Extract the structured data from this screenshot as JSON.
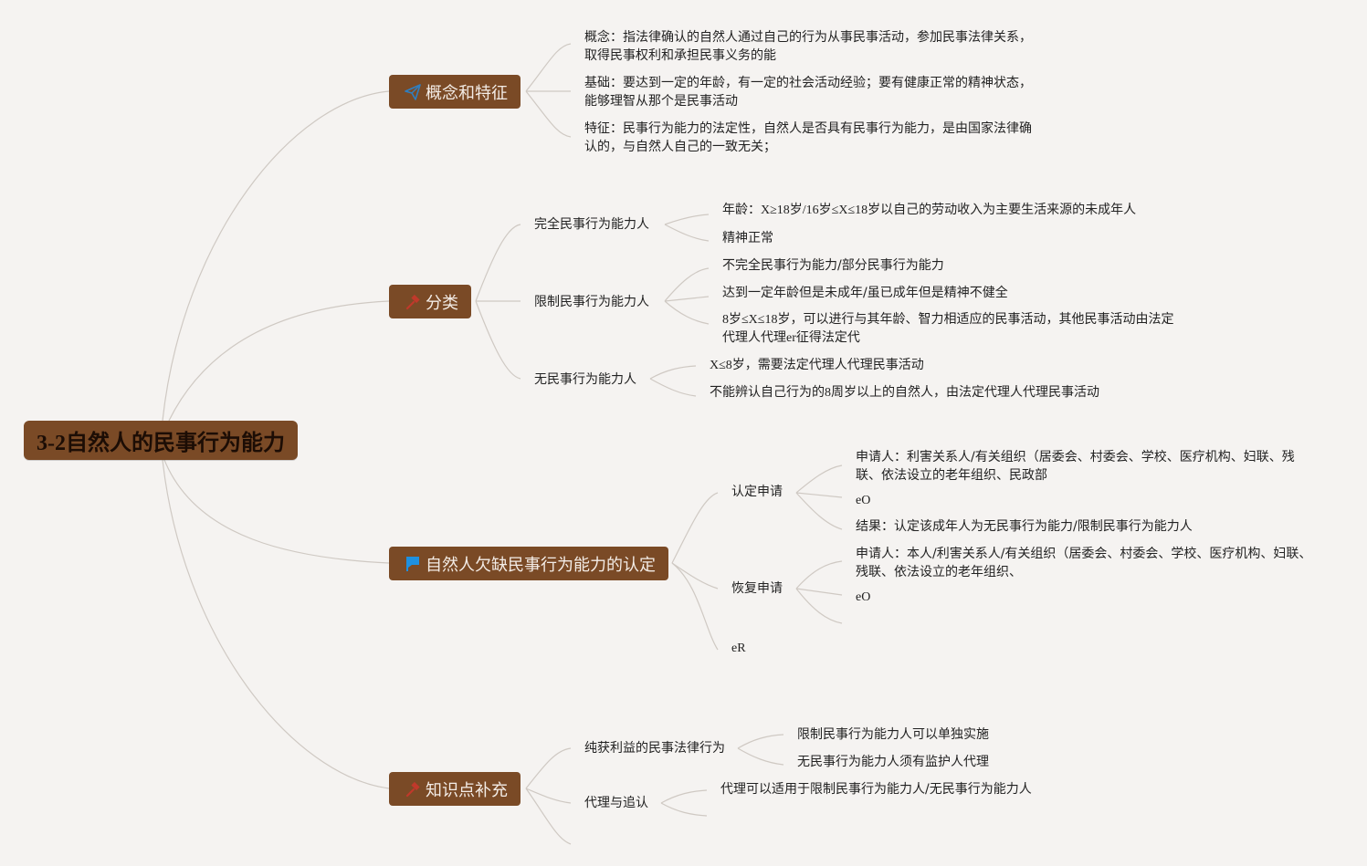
{
  "root": {
    "title": "3-2自然人的民事行为能力"
  },
  "branches": {
    "concept": {
      "title": "概念和特征",
      "icon": "paper-plane-icon",
      "items": [
        {
          "line1": "概念：指法律确认的自然人通过自己的行为从事民事活动，参加民事法律关系，",
          "line2": "取得民事权利和承担民事义务的能"
        },
        {
          "line1": "基础：要达到一定的年龄，有一定的社会活动经验；要有健康正常的精神状态，",
          "line2": "能够理智从那个是民事活动"
        },
        {
          "line1": "特征：民事行为能力的法定性，自然人是否具有民事行为能力，是由国家法律确",
          "line2": "认的，与自然人自己的一致无关；"
        }
      ]
    },
    "classification": {
      "title": "分类",
      "icon": "hammer-icon",
      "full": {
        "label": "完全民事行为能力人",
        "items": [
          "年龄：X≥18岁/16岁≤X≤18岁以自己的劳动收入为主要生活来源的未成年人",
          "精神正常"
        ]
      },
      "limited": {
        "label": "限制民事行为能力人",
        "items": [
          "不完全民事行为能力/部分民事行为能力",
          "达到一定年龄但是未成年/虽已成年但是精神不健全"
        ],
        "item3_line1": "8岁≤X≤18岁，可以进行与其年龄、智力相适应的民事活动，其他民事活动由法定",
        "item3_line2": "代理人代理er征得法定代"
      },
      "none": {
        "label": "无民事行为能力人",
        "items": [
          "X≤8岁，需要法定代理人代理民事活动",
          "不能辨认自己行为的8周岁以上的自然人，由法定代理人代理民事活动"
        ]
      }
    },
    "determination": {
      "title": "自然人欠缺民事行为能力的认定",
      "icon": "flag-icon",
      "apply": {
        "label": "认定申请",
        "applicant_line1": "申请人：利害关系人/有关组织（居委会、村委会、学校、医疗机构、妇联、残",
        "applicant_line2": "联、依法设立的老年组织、民政部",
        "eo": "eO",
        "result": "结果：认定该成年人为无民事行为能力/限制民事行为能力人"
      },
      "restore": {
        "label": "恢复申请",
        "applicant_line1": "申请人：本人/利害关系人/有关组织（居委会、村委会、学校、医疗机构、妇联、",
        "applicant_line2": "残联、依法设立的老年组织、",
        "eo": "eO"
      },
      "er": "eR"
    },
    "supplement": {
      "title": "知识点补充",
      "icon": "hammer-icon",
      "pure": {
        "label": "纯获利益的民事法律行为",
        "items": [
          "限制民事行为能力人可以单独实施",
          "无民事行为能力人须有监护人代理"
        ]
      },
      "agency": {
        "label": "代理与追认",
        "items": [
          "代理可以适用于限制民事行为能力人/无民事行为能力人"
        ]
      }
    }
  },
  "colors": {
    "node_fill": "#7a4a26",
    "line": "#c9c3bd",
    "background": "#f5f3f1",
    "plane_icon": "#2f7fc1",
    "hammer_icon": "#c0392b",
    "flag_icon": "#1e90e0"
  }
}
